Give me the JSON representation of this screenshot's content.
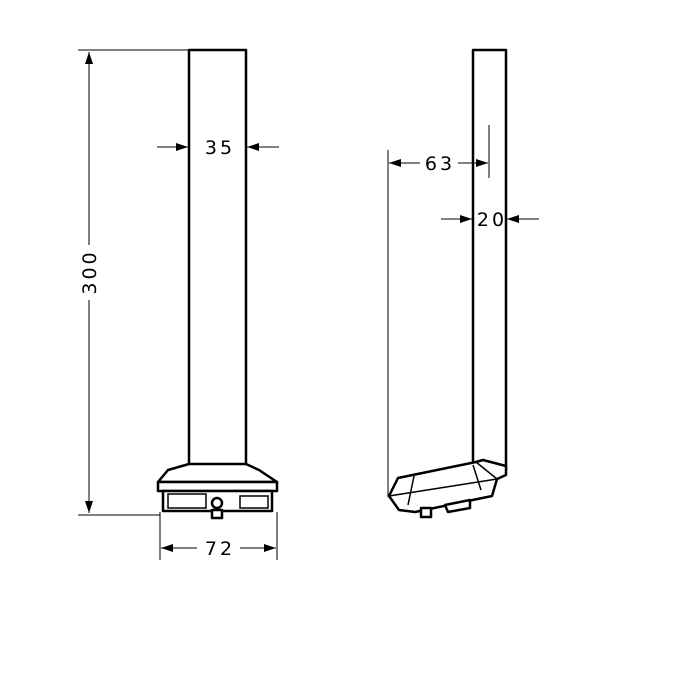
{
  "drawing": {
    "front_view": {
      "height_label": "300",
      "width_column_label": "35",
      "width_base_label": "72"
    },
    "side_view": {
      "projection_label": "63",
      "depth_column_label": "20"
    },
    "line_color": "#000000",
    "background": "#ffffff"
  }
}
